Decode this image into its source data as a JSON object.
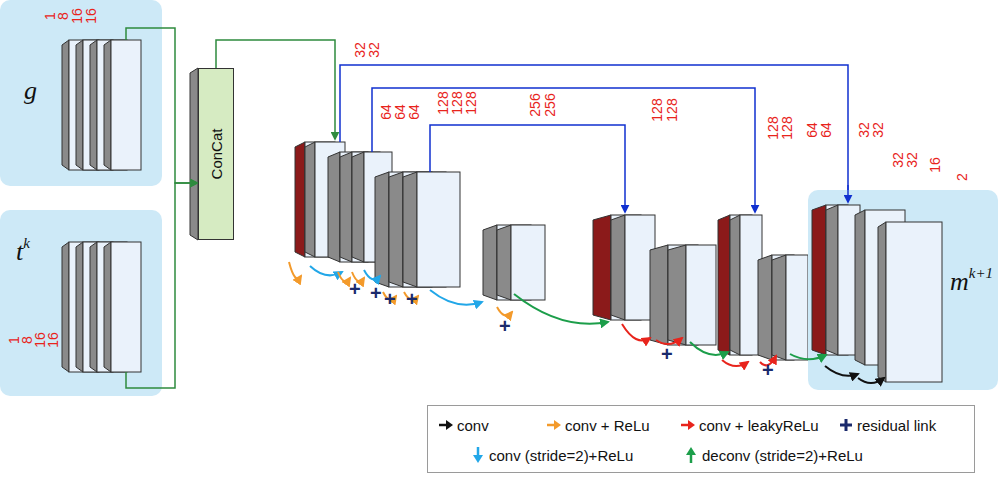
{
  "diagram": {
    "nodes": [
      {
        "text": [
          "g"
        ]
      },
      {
        "text": [
          "t",
          "k"
        ]
      },
      {
        "text": [
          "ConCat"
        ]
      },
      {
        "text": [
          "m",
          "k+1"
        ]
      }
    ],
    "edges": [
      {
        "from": 0,
        "to": 2,
        "arrow": "to"
      },
      {
        "from": 1,
        "to": 2,
        "arrow": "to"
      }
    ],
    "labels": [
      "1",
      "8",
      "16",
      "16",
      "1",
      "8",
      "16",
      "16",
      "32",
      "32",
      "64",
      "64",
      "64",
      "128",
      "128",
      "128",
      "256",
      "256",
      "128",
      "128",
      "128",
      "128",
      "64",
      "64",
      "32",
      "32",
      "32",
      "32",
      "16",
      "2",
      "+",
      "+",
      "+",
      "+",
      "+",
      "+",
      "+"
    ],
    "legend": [
      {
        "text": "conv"
      },
      {
        "text": "conv + ReLu"
      },
      {
        "text": "conv + leakyReLu"
      },
      {
        "text": "residual link"
      },
      {
        "text": "conv (stride=2)+ReLu"
      },
      {
        "text": "deconv (stride=2)+ReLu"
      }
    ]
  }
}
